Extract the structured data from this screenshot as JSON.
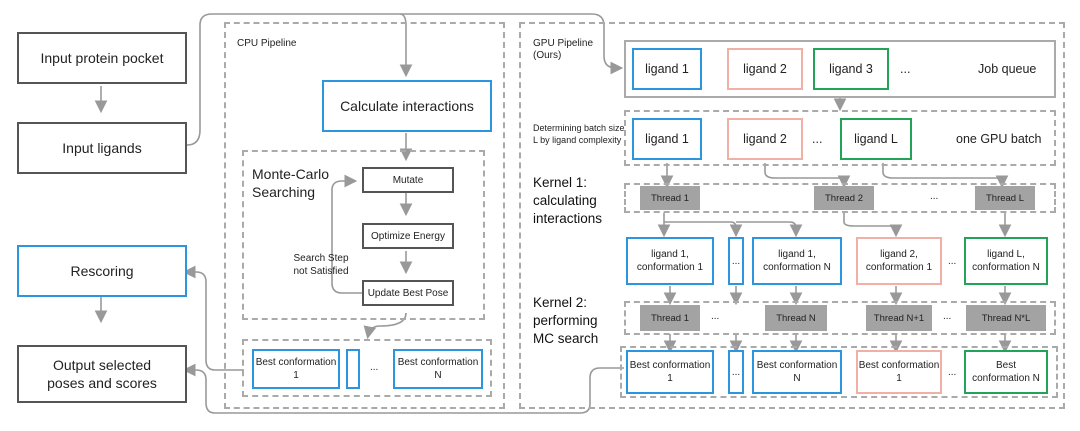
{
  "left": {
    "input_pocket": "Input protein pocket",
    "input_ligands": "Input ligands",
    "rescoring": "Rescoring",
    "output": "Output selected poses and scores"
  },
  "cpu": {
    "title": "CPU Pipeline",
    "calc": "Calculate interactions",
    "mc_title": "Monte-Carlo Searching",
    "mutate": "Mutate",
    "optimize": "Optimize Energy",
    "update": "Update Best Pose",
    "search_step": "Search Step not Satisfied",
    "best1": "Best conformation 1",
    "ellipsis": "...",
    "bestN": "Best conformation N"
  },
  "gpu": {
    "title": "GPU Pipeline (Ours)",
    "job_queue": {
      "items": [
        "ligand 1",
        "ligand 2",
        "ligand 3"
      ],
      "ellipsis": "...",
      "label": "Job queue"
    },
    "batch_note": "Determining batch size L by ligand complexity",
    "batch": {
      "items": [
        "ligand 1",
        "ligand 2",
        "ligand L"
      ],
      "ellipsis": "...",
      "label": "one GPU batch"
    },
    "kernel1": "Kernel 1: calculating interactions",
    "threads1": [
      "Thread 1",
      "Thread 2",
      "...",
      "Thread L"
    ],
    "conf": [
      "ligand 1, conformation 1",
      "...",
      "ligand 1, conformation N",
      "ligand 2, conformation 1",
      "...",
      "ligand L, conformation N"
    ],
    "kernel2": "Kernel 2: performing MC search",
    "threads2": [
      "Thread 1",
      "...",
      "Thread N",
      "Thread N+1",
      "...",
      "Thread N*L"
    ],
    "best": [
      "Best conformation 1",
      "...",
      "Best conformation N",
      "Best conformation 1",
      "...",
      "Best conformation N"
    ]
  },
  "colors": {
    "blue": "#2b95e0",
    "pink": "#f0b0a6",
    "green": "#23a357",
    "gray": "#555555",
    "thread": "#a3a3a3"
  }
}
